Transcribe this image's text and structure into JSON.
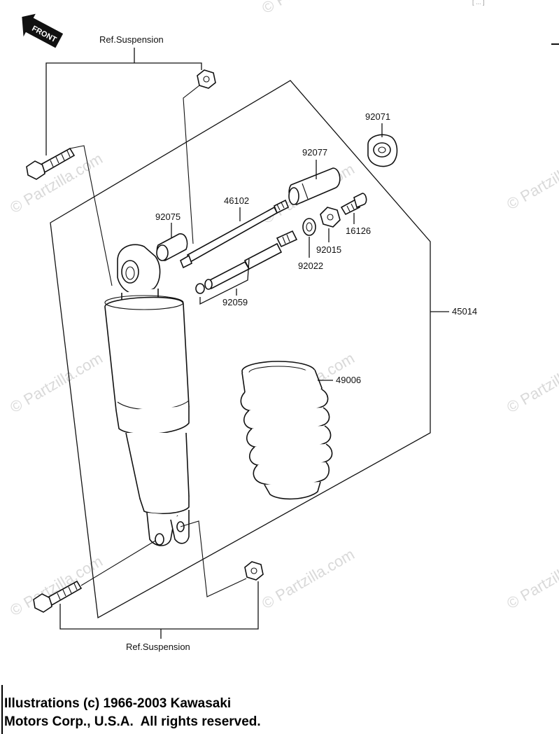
{
  "header": {
    "front_label": "FRONT",
    "corner_text": "[ ... ]"
  },
  "refs": {
    "top": "Ref.Suspension",
    "bottom": "Ref.Suspension"
  },
  "parts": {
    "p92071": "92071",
    "p92077": "92077",
    "p46102": "46102",
    "p92075": "92075",
    "p16126": "16126",
    "p92015": "92015",
    "p92022": "92022",
    "p92059": "92059",
    "p45014": "45014",
    "p49006": "49006"
  },
  "watermark": "© Partzilla.com",
  "copyright": {
    "line1": "Illustrations (c) 1966-2003 Kawasaki",
    "line2": "Motors Corp., U.S.A.  All rights reserved."
  }
}
